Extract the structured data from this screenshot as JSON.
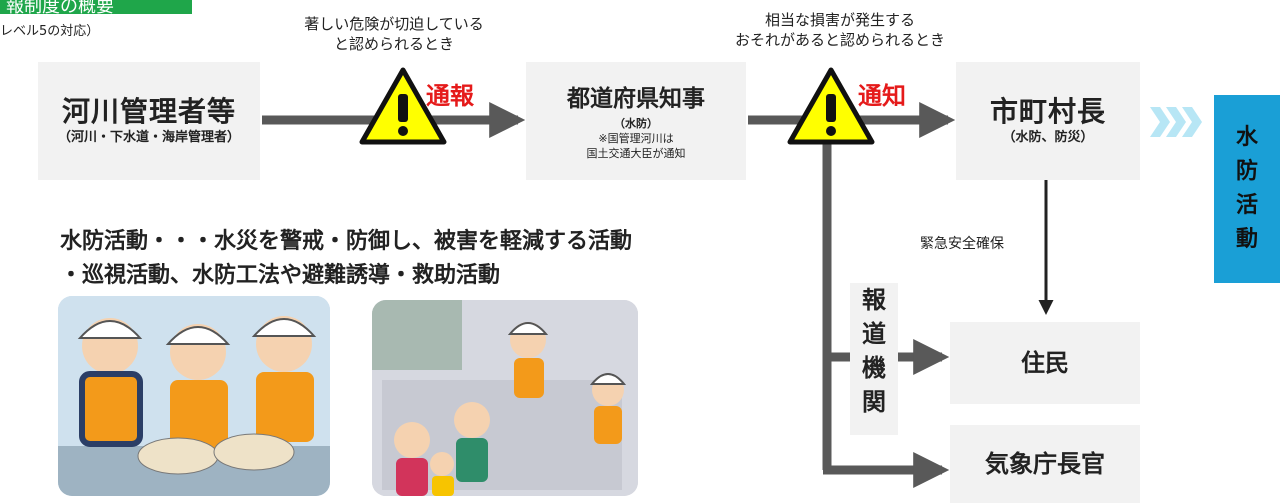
{
  "header": {
    "title_fragment": "報制度の概要",
    "subtitle_fragment": "レベル5の対応）"
  },
  "notes": {
    "left_line1": "著しい危険が切迫している",
    "left_line2": "と認められるとき",
    "right_line1": "相当な損害が発生する",
    "right_line2": "おそれがあると認められるとき"
  },
  "nodes": {
    "river_manager": {
      "title": "河川管理者等",
      "sub": "（河川・下水道・海岸管理者）"
    },
    "governor": {
      "title": "都道府県知事",
      "sub": "（水防）",
      "note1": "※国管理河川は",
      "note2": "国土交通大臣が通知"
    },
    "mayor": {
      "title": "市町村長",
      "sub": "（水防、防災）"
    },
    "residents": {
      "title": "住民"
    },
    "jma": {
      "title": "気象庁長官"
    },
    "media": {
      "c1": "報",
      "c2": "道",
      "c3": "機",
      "c4": "関"
    }
  },
  "arrows": {
    "notify_report": "通報",
    "notify": "通知",
    "emergency": "緊急安全確保"
  },
  "flood_side": {
    "c1": "水",
    "c2": "防",
    "c3": "活",
    "c4": "動"
  },
  "activity": {
    "line1": "水防活動・・・水災を警戒・防御し、被害を軽減する活動",
    "line2": "・巡視活動、水防工法や避難誘導・救助活動"
  },
  "colors": {
    "green": "#1fa64a",
    "red": "#e51a1a",
    "blue": "#1a9fd6",
    "warning_yellow": "#ffff00"
  }
}
